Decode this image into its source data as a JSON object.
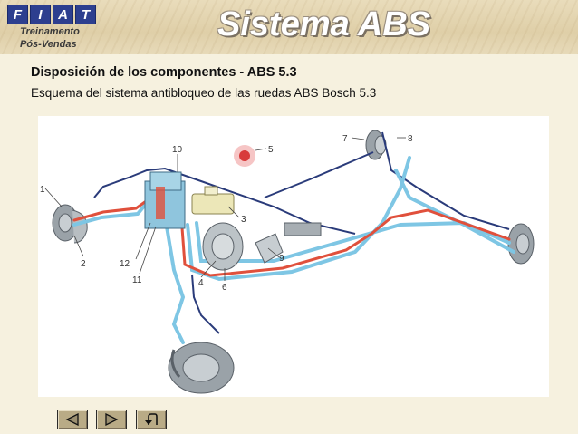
{
  "header": {
    "logo_letters": [
      "F",
      "I",
      "A",
      "T"
    ],
    "logo_line1": "Treinamento",
    "logo_line2": "Pós-Vendas",
    "title": "Sistema ABS"
  },
  "section_title": "Disposición de los componentes  - ABS 5.3",
  "description": "Esquema del sistema antibloqueo de las ruedas ABS Bosch 5.3",
  "diagram": {
    "callouts": [
      "1",
      "2",
      "3",
      "4",
      "5",
      "6",
      "7",
      "8",
      "9",
      "10",
      "11",
      "12"
    ],
    "line_colors": {
      "brake_line_red": "#e0503c",
      "brake_line_blue": "#7ec6e4",
      "wire_dark": "#2a3b7a"
    }
  },
  "nav": {
    "prev_icon": "left-triangle-icon",
    "next_icon": "right-triangle-icon",
    "return_icon": "return-arrow-icon"
  }
}
